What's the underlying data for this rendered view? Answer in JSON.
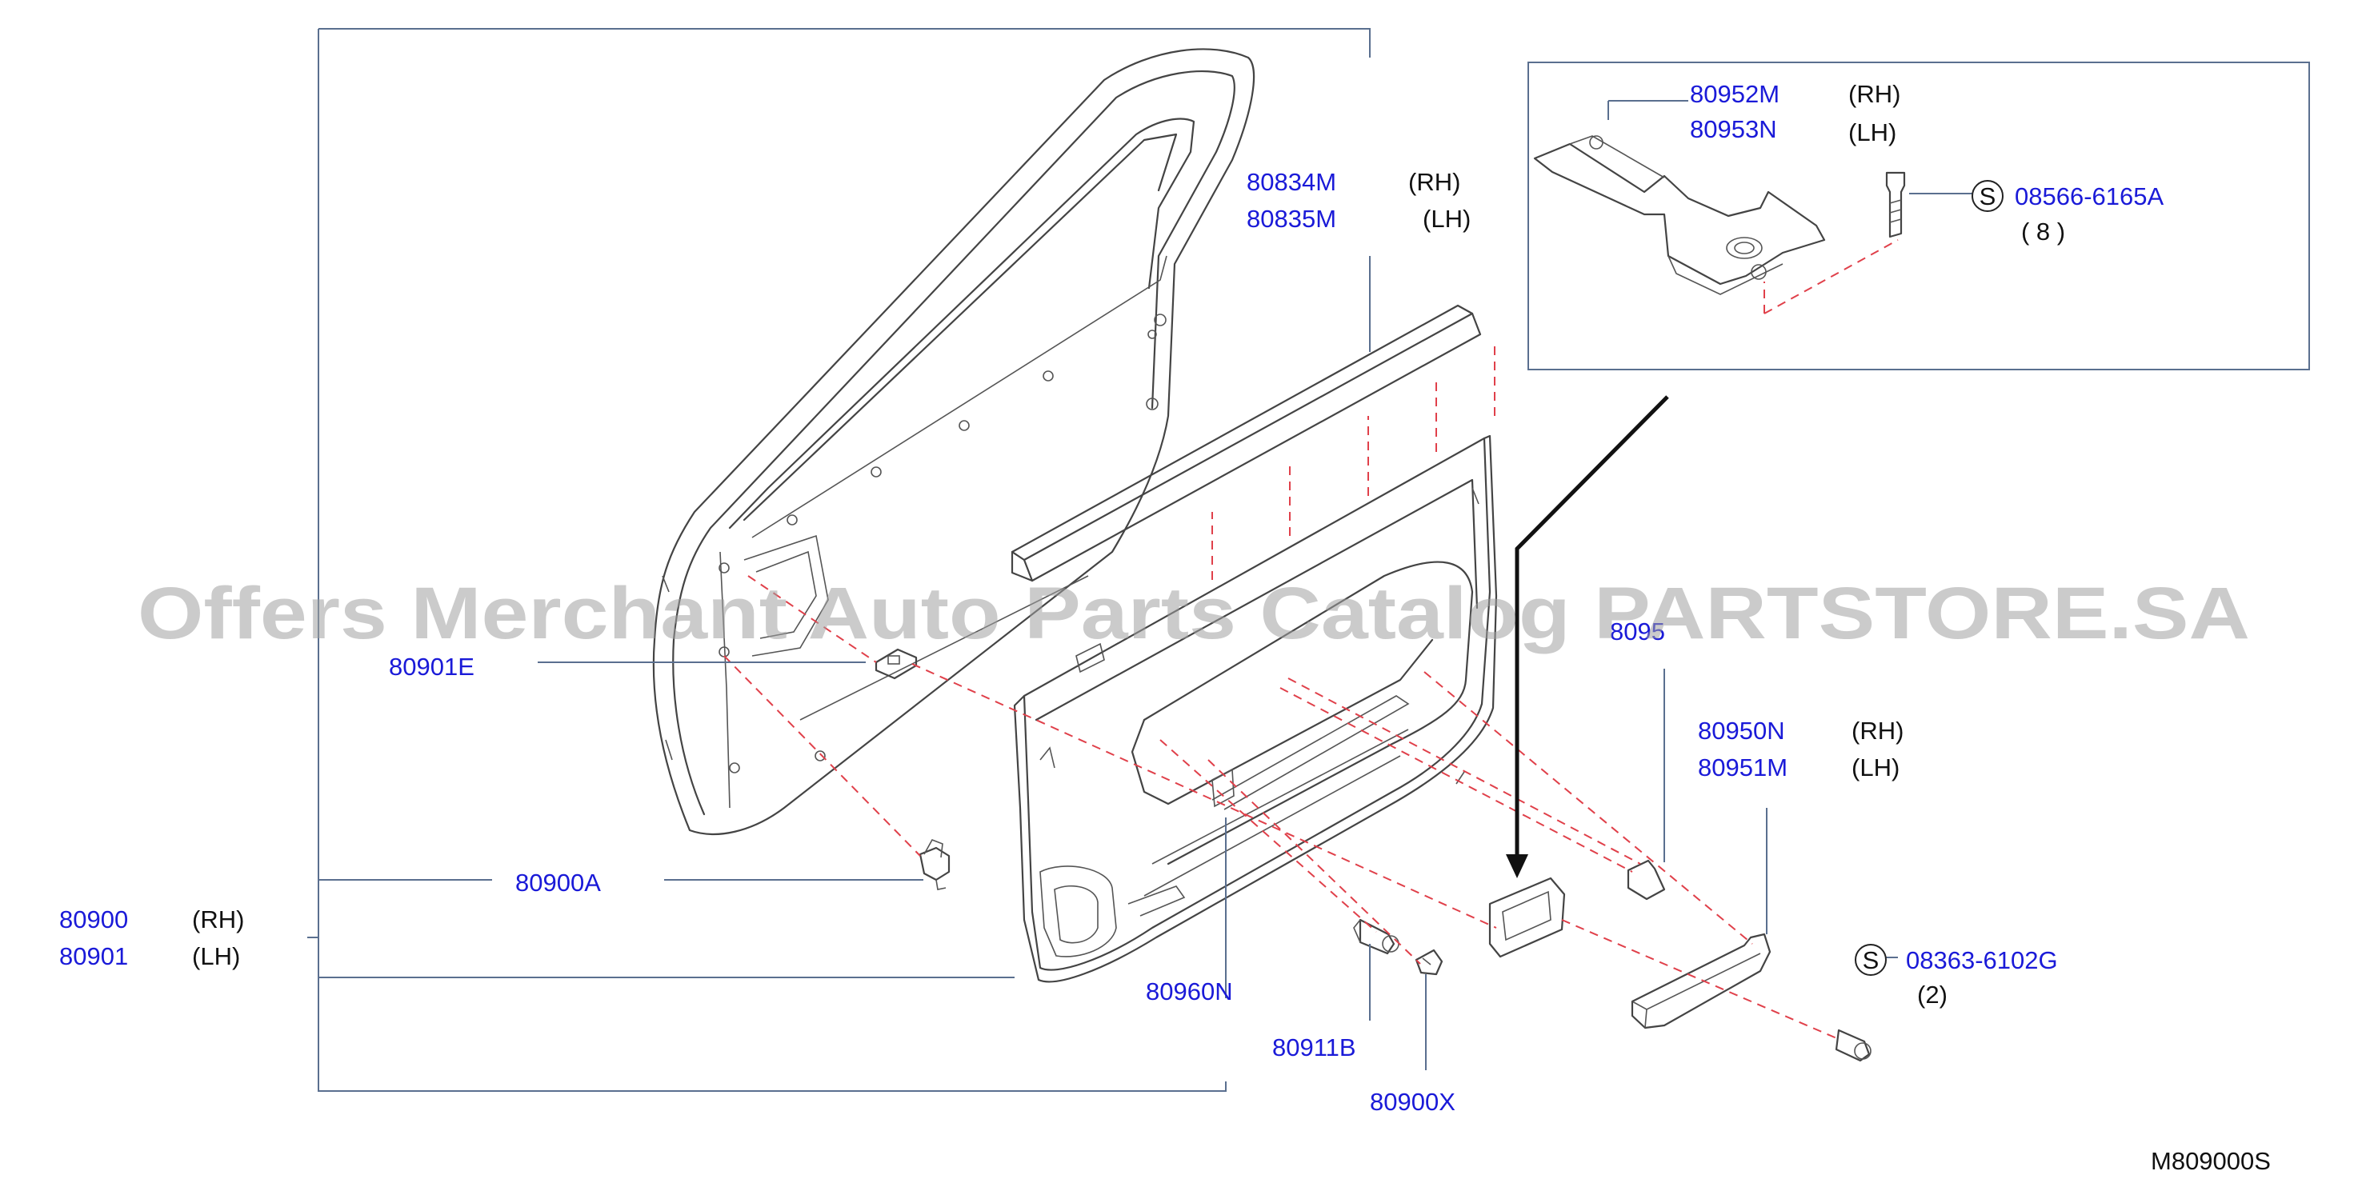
{
  "watermark": "Offers Merchant Auto Parts Catalog PARTSTORE.SA",
  "diagram_code": "M809000S",
  "callouts": {
    "p80834": {
      "part": "80834M",
      "side": "(RH)"
    },
    "p80835": {
      "part": "80835M",
      "side": "(LH)"
    },
    "p80952": {
      "part": "80952M",
      "side": "(RH)"
    },
    "p80953": {
      "part": "80953N",
      "side": "(LH)"
    },
    "bolt_upper": {
      "symbol": "S",
      "part": "08566-6165A",
      "qty": "( 8 )"
    },
    "p80901e": {
      "part": "80901E"
    },
    "p8095x": {
      "part": "8095"
    },
    "p80950": {
      "part": "80950N",
      "side": "(RH)"
    },
    "p80951": {
      "part": "80951M",
      "side": "(LH)"
    },
    "p80900a": {
      "part": "80900A"
    },
    "p80900": {
      "part": "80900",
      "side": "(RH)"
    },
    "p80901": {
      "part": "80901",
      "side": "(LH)"
    },
    "bolt_lower": {
      "symbol": "S",
      "part": "08363-6102G",
      "qty": "(2)"
    },
    "p80960": {
      "part": "80960N"
    },
    "p80911": {
      "part": "80911B"
    },
    "p80900x": {
      "part": "80900X"
    }
  }
}
